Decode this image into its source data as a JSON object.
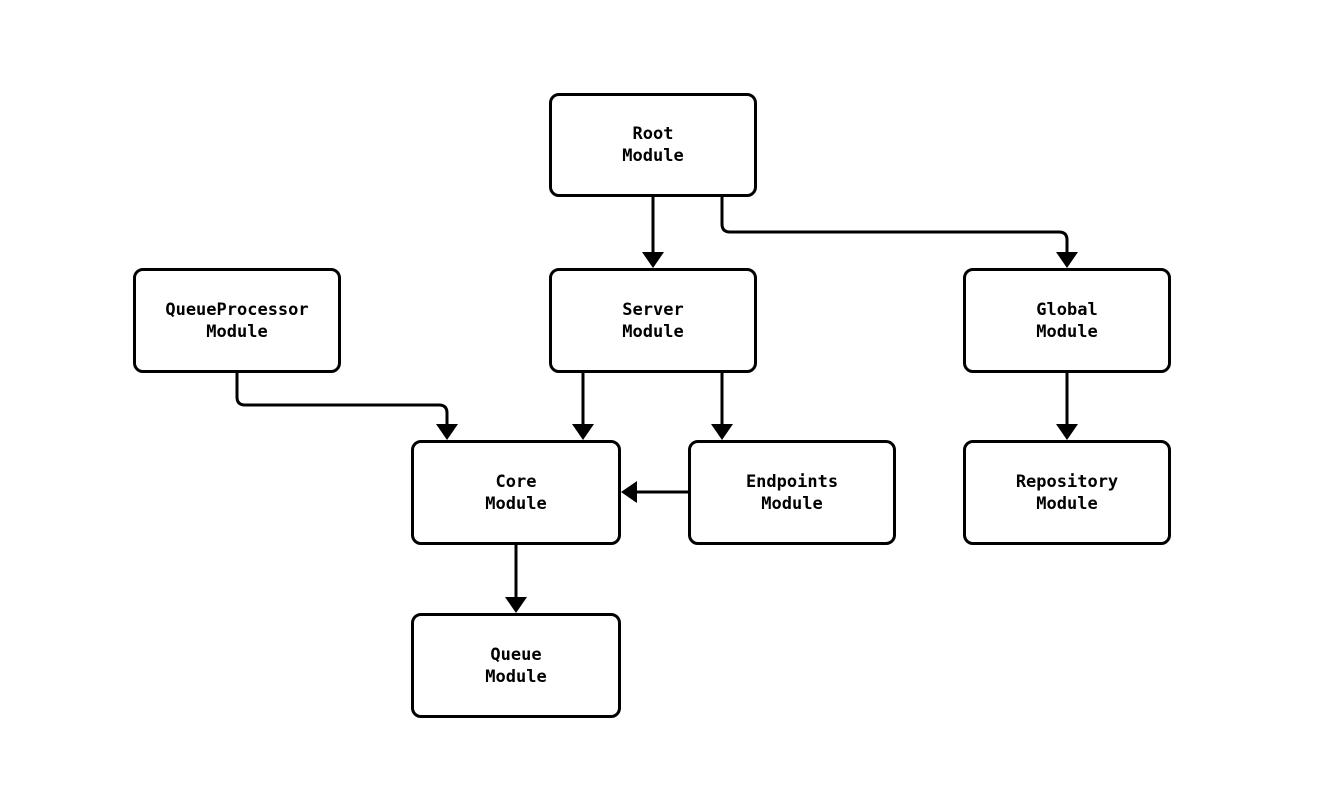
{
  "diagram": {
    "type": "module-dependency-graph",
    "background_color": "#ffffff",
    "node_fill_color": "#ffffff",
    "node_border_color": "#000000",
    "edge_color": "#000000",
    "text_color": "#000000",
    "nodes": [
      {
        "id": "root",
        "label": "Root\nModule"
      },
      {
        "id": "queueprocessor",
        "label": "QueueProcessor\nModule"
      },
      {
        "id": "server",
        "label": "Server\nModule"
      },
      {
        "id": "global",
        "label": "Global\nModule"
      },
      {
        "id": "core",
        "label": "Core\nModule"
      },
      {
        "id": "endpoints",
        "label": "Endpoints\nModule"
      },
      {
        "id": "repository",
        "label": "Repository\nModule"
      },
      {
        "id": "queue",
        "label": "Queue\nModule"
      }
    ],
    "edges": [
      {
        "from": "root",
        "to": "server"
      },
      {
        "from": "root",
        "to": "global"
      },
      {
        "from": "queueprocessor",
        "to": "core"
      },
      {
        "from": "server",
        "to": "core"
      },
      {
        "from": "server",
        "to": "endpoints"
      },
      {
        "from": "endpoints",
        "to": "core"
      },
      {
        "from": "global",
        "to": "repository"
      },
      {
        "from": "core",
        "to": "queue"
      }
    ]
  }
}
